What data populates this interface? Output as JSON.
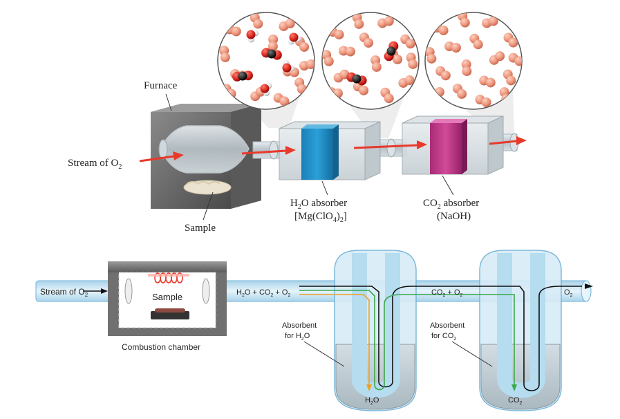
{
  "top": {
    "furnace_label": "Furnace",
    "stream_label": "Stream of O",
    "stream_sub": "2",
    "sample_label": "Sample",
    "h2o_absorber": {
      "line1_pre": "H",
      "line1_sub": "2",
      "line1_post": "O absorber",
      "line2_pre": "[Mg(ClO",
      "line2_sub1": "4",
      "line2_mid": ")",
      "line2_sub2": "2",
      "line2_post": "]"
    },
    "co2_absorber": {
      "line1_pre": "CO",
      "line1_sub": "2",
      "line1_post": " absorber",
      "line2": "(NaOH)"
    }
  },
  "bottom": {
    "stream_label": "Stream of O",
    "stream_sub": "2",
    "sample_label": "Sample",
    "chamber_label": "Combustion chamber",
    "gas1": [
      "H",
      "2",
      "O + CO",
      "2",
      " + O",
      "2"
    ],
    "gas2": [
      "CO",
      "2",
      " + O",
      "2"
    ],
    "gas3": [
      "O",
      "2"
    ],
    "absorbent_h2o": {
      "line1": "Absorbent",
      "line2_pre": "for H",
      "line2_sub": "2",
      "line2_post": "O"
    },
    "absorbent_co2": {
      "line1": "Absorbent",
      "line2_pre": "for CO",
      "line2_sub": "2"
    },
    "collected_h2o": {
      "pre": "H",
      "sub": "2",
      "post": "O"
    },
    "collected_co2": {
      "pre": "CO",
      "sub": "2"
    }
  },
  "colors": {
    "arrow_red": "#e8392b",
    "h2o_absorber_blue": "#1e86c0",
    "co2_absorber_magenta": "#c23a8a",
    "tube_blue": "#bfe0f2",
    "water_line": "#f0a020",
    "co2_line": "#3aa84a",
    "oxygen_molecule": "#ef9a80"
  }
}
